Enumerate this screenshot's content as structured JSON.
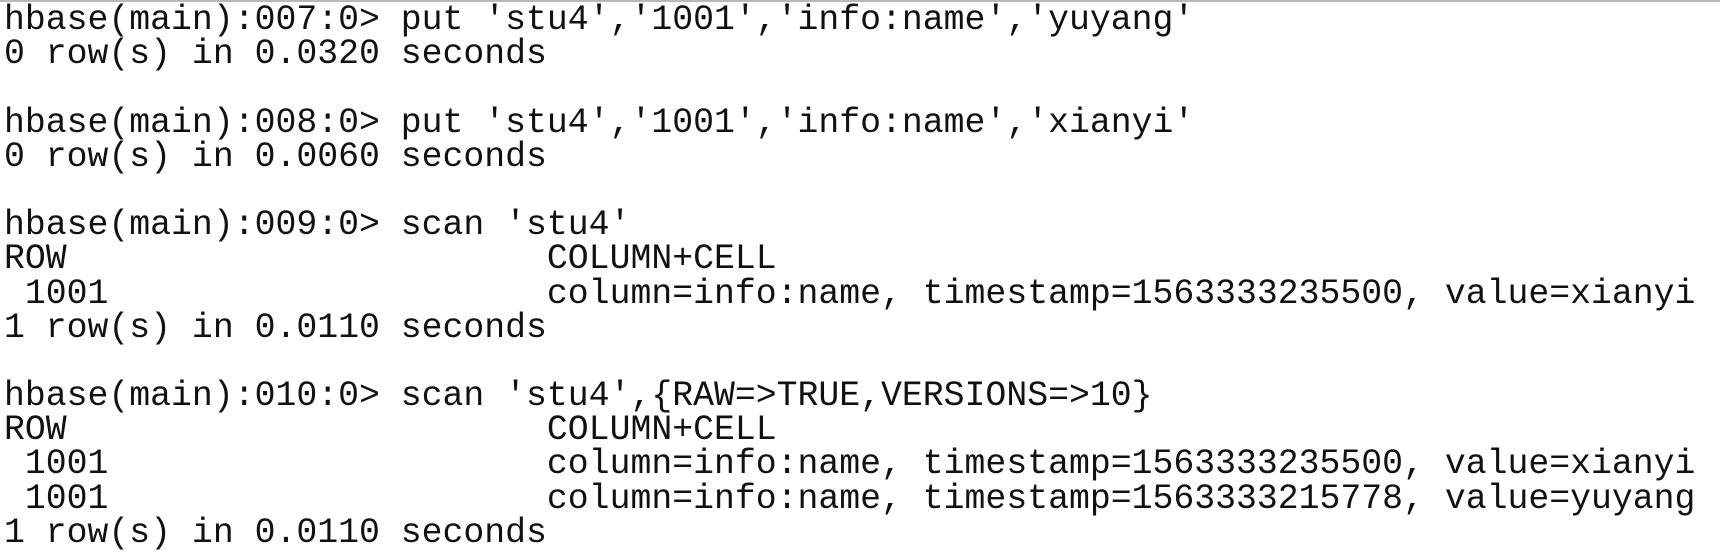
{
  "terminal": {
    "lines": [
      "hbase(main):007:0> put 'stu4','1001','info:name','yuyang'",
      "0 row(s) in 0.0320 seconds",
      "",
      "hbase(main):008:0> put 'stu4','1001','info:name','xianyi'",
      "0 row(s) in 0.0060 seconds",
      "",
      "hbase(main):009:0> scan 'stu4'",
      "ROW                       COLUMN+CELL",
      " 1001                     column=info:name, timestamp=1563333235500, value=xianyi",
      "1 row(s) in 0.0110 seconds",
      "",
      "hbase(main):010:0> scan 'stu4',{RAW=>TRUE,VERSIONS=>10}",
      "ROW                       COLUMN+CELL",
      " 1001                     column=info:name, timestamp=1563333235500, value=xianyi",
      " 1001                     column=info:name, timestamp=1563333215778, value=yuyang",
      "1 row(s) in 0.0110 seconds"
    ]
  }
}
